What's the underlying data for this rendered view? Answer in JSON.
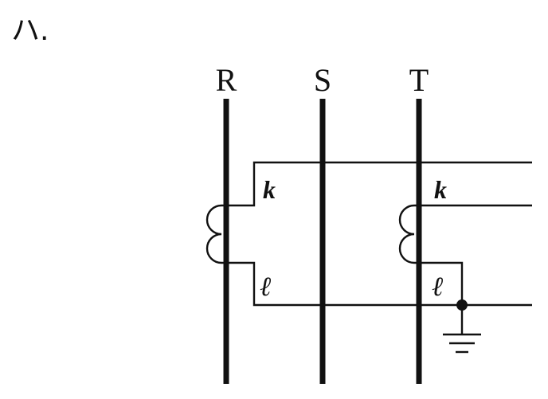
{
  "option_label": "ハ.",
  "buses": [
    {
      "id": "R",
      "label": "R"
    },
    {
      "id": "S",
      "label": "S"
    },
    {
      "id": "T",
      "label": "T"
    }
  ],
  "terminals": {
    "r_ct_k": "k",
    "r_ct_l": "ℓ",
    "t_ct_k": "k",
    "t_ct_l": "ℓ"
  },
  "colors": {
    "line": "#111111",
    "background": "#ffffff"
  }
}
